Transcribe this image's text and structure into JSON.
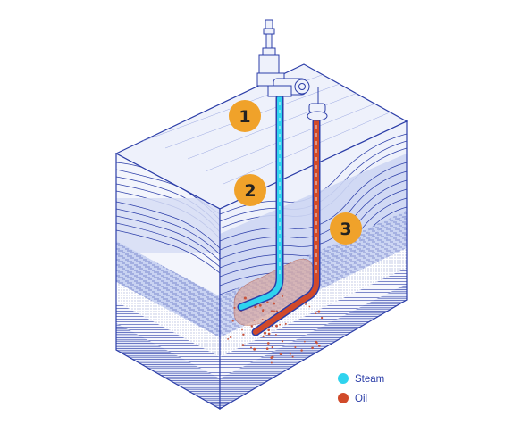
{
  "colors": {
    "line": "#2c3ea8",
    "line_light": "#7f8fd8",
    "top_face": "#eef1fb",
    "left_face": "#f2f4fc",
    "right_face": "#e6eaf8",
    "band_blue": "#c8d2f1",
    "band_deep": "#b4c1ec",
    "steam": "#2fd3ee",
    "oil": "#d14a2a",
    "oil_dots": "#c8533a",
    "badge": "#f0a22a",
    "badge_text": "#222222"
  },
  "badges": [
    {
      "id": "1",
      "label": "1"
    },
    {
      "id": "2",
      "label": "2"
    },
    {
      "id": "3",
      "label": "3"
    }
  ],
  "legend": {
    "steam": {
      "label": "Steam",
      "icon": "steam-dot"
    },
    "oil": {
      "label": "Oil",
      "icon": "oil-dot"
    }
  }
}
